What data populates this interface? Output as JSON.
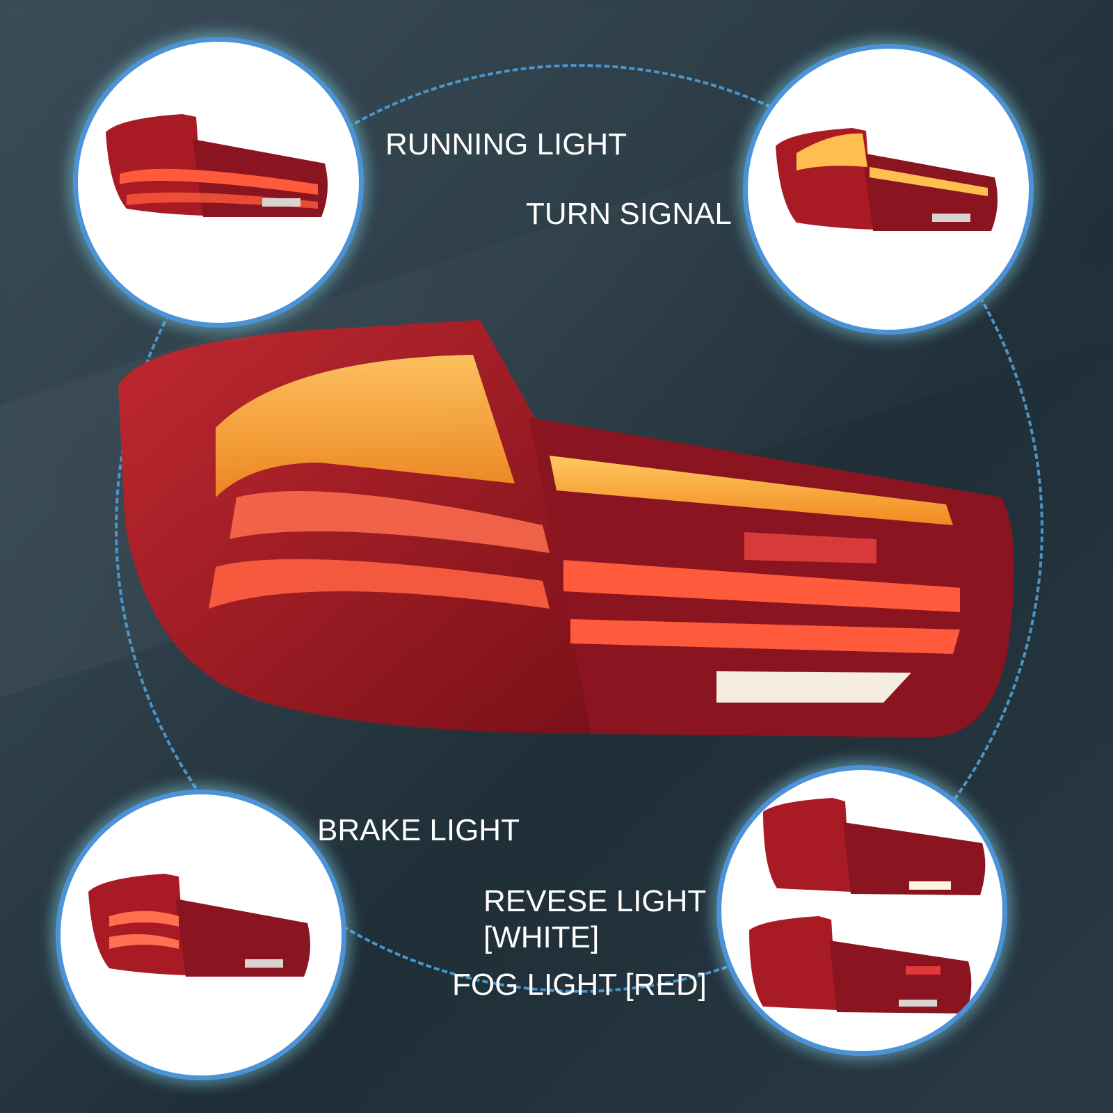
{
  "labels": {
    "running": "RUNNING LIGHT",
    "turn": "TURN SIGNAL",
    "brake": "BRAKE LIGHT",
    "reverse_line1": "REVESE LIGHT",
    "reverse_line2": "[WHITE]",
    "fog": "FOG LIGHT [RED]"
  },
  "colors": {
    "ring": "#4f9fd8",
    "bubble_border": "#4b93d6",
    "lamp_red": "#b0202a",
    "lamp_amber": "#f0a030",
    "lamp_glow": "#ff5030",
    "reverse_white": "#f4ede0"
  },
  "images": {
    "main": "tail-light-main-all-functions",
    "bubble_running": "tail-light-running-light",
    "bubble_turn": "tail-light-turn-signal",
    "bubble_brake": "tail-light-brake-light",
    "bubble_reverse": "tail-light-reverse-light",
    "bubble_fog": "tail-light-fog-light"
  }
}
